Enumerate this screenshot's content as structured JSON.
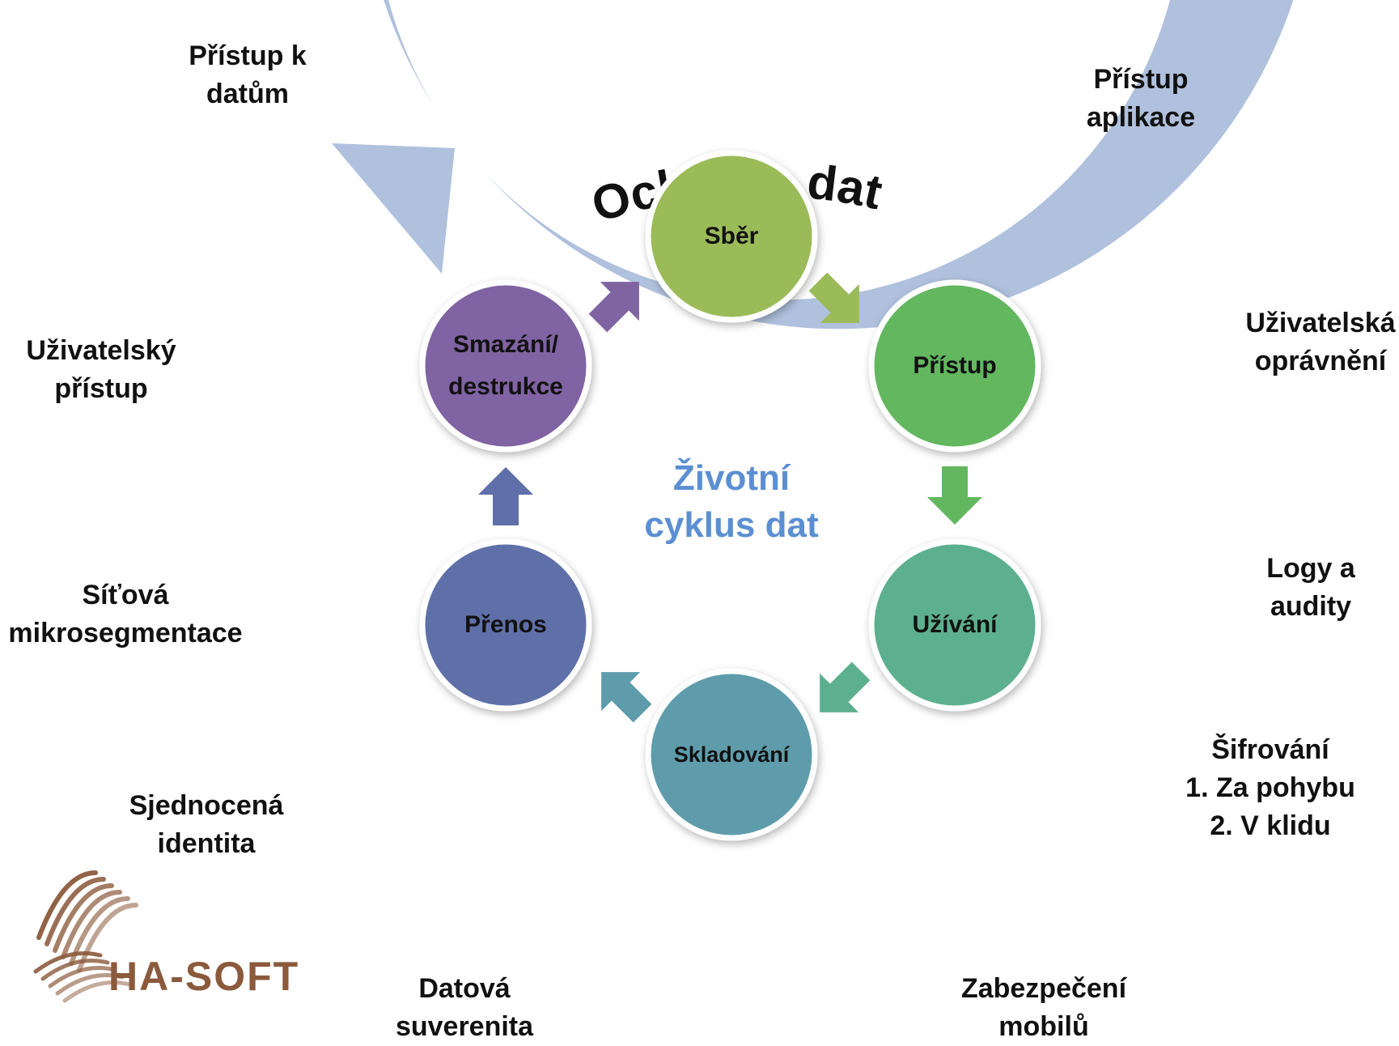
{
  "title": "Ochrana dat",
  "center_label": {
    "lines": [
      "Životní",
      "cyklus dat"
    ],
    "color": "#5B8FD2"
  },
  "ring_color": "#B0C1DD",
  "lifecycle": [
    {
      "id": "sber",
      "lines": [
        "Sběr"
      ],
      "color": "#9BBB59"
    },
    {
      "id": "pristup",
      "lines": [
        "Přístup"
      ],
      "color": "#62B75E"
    },
    {
      "id": "uzivani",
      "lines": [
        "Užívání"
      ],
      "color": "#5DB08F"
    },
    {
      "id": "skladovani",
      "lines": [
        "Skladování"
      ],
      "color": "#5E9CAB"
    },
    {
      "id": "prenos",
      "lines": [
        "Přenos"
      ],
      "color": "#5F6FA9"
    },
    {
      "id": "smazani",
      "lines": [
        "Smazání/",
        "destrukce"
      ],
      "color": "#8064A2"
    }
  ],
  "arrows": [
    {
      "id": "sber-to-pristup",
      "color": "#9BBB59"
    },
    {
      "id": "pristup-to-uzivani",
      "color": "#62B75E"
    },
    {
      "id": "uzivani-to-skladovani",
      "color": "#5DB08F"
    },
    {
      "id": "skladovani-to-prenos",
      "color": "#5E9CAB"
    },
    {
      "id": "prenos-to-smazani",
      "color": "#5F6FA9"
    },
    {
      "id": "smazani-to-sber",
      "color": "#8064A2"
    }
  ],
  "outer_labels": {
    "pristup_k_datum": [
      "Přístup k",
      "datům"
    ],
    "pristup_aplikace": [
      "Přístup",
      "aplikace"
    ],
    "uzivatelska_opravneni": [
      "Uživatelská",
      "oprávnění"
    ],
    "logy_a_audity": [
      "Logy a",
      "audity"
    ],
    "sifrovani": [
      "Šifrování",
      "1.  Za pohybu",
      "2.  V klidu"
    ],
    "zabezpeceni_mobilu": [
      "Zabezpečení",
      "mobilů"
    ],
    "datova_suverenita": [
      "Datová",
      "suverenita"
    ],
    "sjednocena_identita": [
      "Sjednocená",
      "identita"
    ],
    "sitova_mikrosegmentace": [
      "Síťová",
      "mikrosegmentace"
    ],
    "uzivatelsky_pristup": [
      "Uživatelský",
      "přístup"
    ]
  },
  "logo": {
    "text": "HA-SOFT",
    "color": "#8B5A3C"
  }
}
